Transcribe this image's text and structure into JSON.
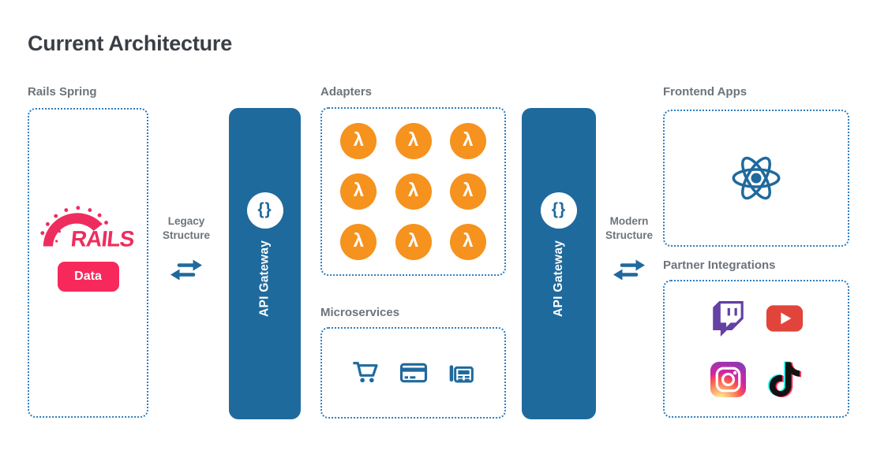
{
  "title": "Current Architecture",
  "rails": {
    "label": "Rails Spring",
    "logo_text": "RAILS",
    "data_button": "Data"
  },
  "legacy_link": {
    "line1": "Legacy",
    "line2": "Structure"
  },
  "gateway_left": {
    "label": "API Gateway",
    "icon_glyph": "{}"
  },
  "adapters": {
    "label": "Adapters",
    "lambda_glyph": "λ",
    "lambda_count": 9
  },
  "microservices": {
    "label": "Microservices",
    "icons": [
      "shopping-cart",
      "credit-card",
      "fax-machine"
    ]
  },
  "gateway_right": {
    "label": "API Gateway",
    "icon_glyph": "{}"
  },
  "modern_link": {
    "line1": "Modern",
    "line2": "Structure"
  },
  "frontend": {
    "label": "Frontend Apps",
    "icons": [
      "react"
    ]
  },
  "partners": {
    "label": "Partner Integrations",
    "icons": [
      "twitch",
      "youtube",
      "instagram",
      "tiktok"
    ]
  },
  "colors": {
    "gateway_blue": "#1f6a9d",
    "dotted_border_blue": "#2e7dbe",
    "lambda_orange": "#f6921e",
    "rails_pink": "#ee2d5e",
    "data_button_pink": "#f7295c",
    "label_gray": "#6d747c",
    "title_dark": "#3a3f45",
    "icon_blue": "#1f6a9d",
    "react_blue": "#1f6a9d",
    "twitch_purple": "#6441a4",
    "youtube_red": "#e1443a",
    "instagram_gradient": [
      "#fdf497",
      "#fd5949",
      "#d6249f",
      "#8a3ab9"
    ],
    "tiktok_black": "#121212",
    "tiktok_cyan": "#25f4ee",
    "tiktok_red": "#fe2c55"
  }
}
